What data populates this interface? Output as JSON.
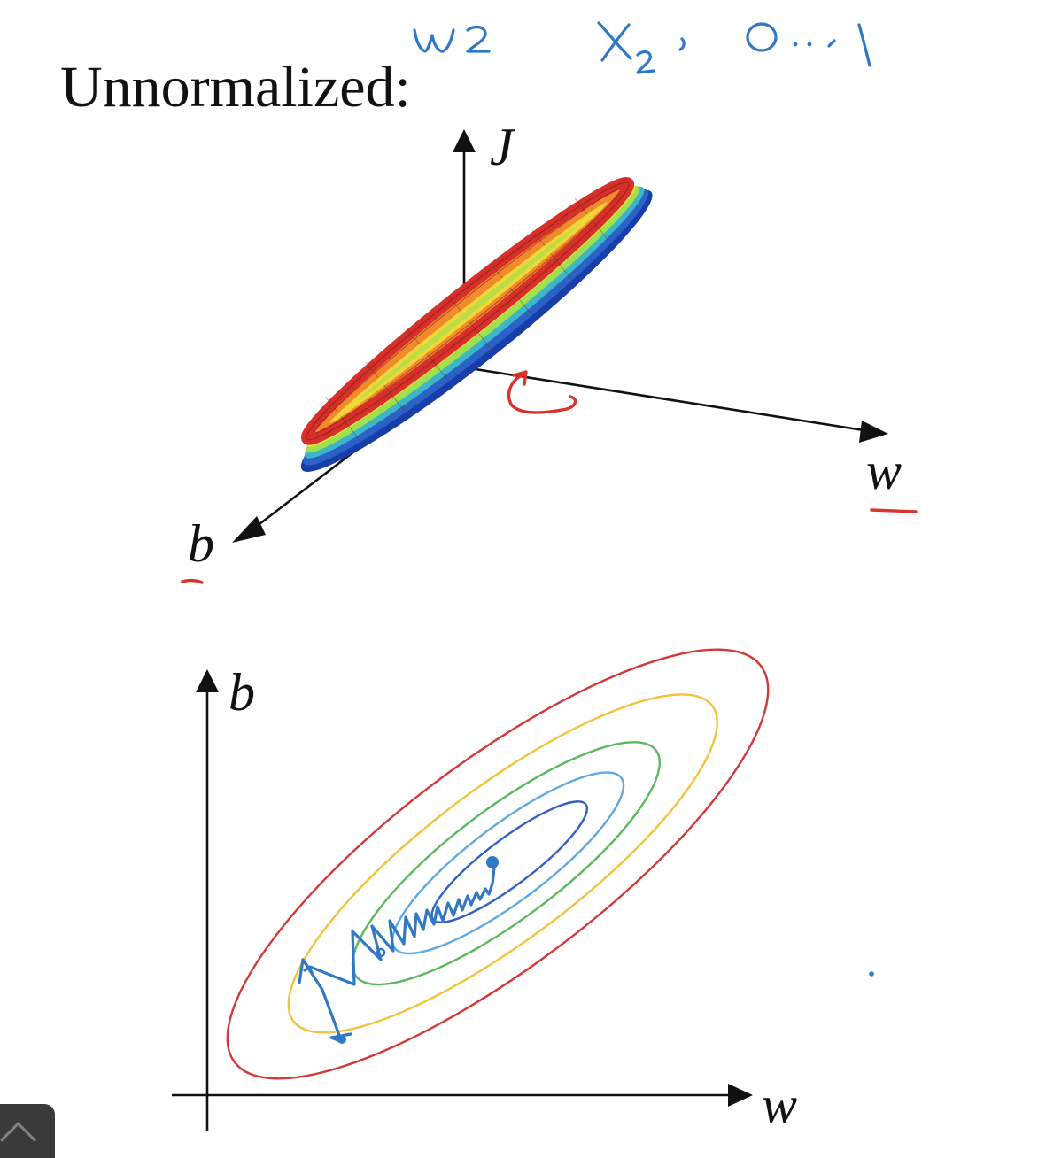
{
  "title": "Unnormalized:",
  "surface_plot": {
    "axes": {
      "J": "J",
      "w": "w",
      "b": "b"
    },
    "colors": [
      "#d7302a",
      "#f08a2c",
      "#f3e43a",
      "#9ee04e",
      "#3db7c8",
      "#2a62c7",
      "#173ea8"
    ]
  },
  "contour_plot": {
    "axes": {
      "b": "b",
      "w": "w"
    },
    "contour_colors": [
      "#d23a3a",
      "#f0c43c",
      "#5cb85c",
      "#5fa9e0",
      "#2f5fbf"
    ]
  },
  "annotations": {
    "handwritten_top": [
      "w2",
      "x2 : 0...1"
    ],
    "ink_blue": "#2f78c4",
    "ink_red": "#d7352c"
  }
}
